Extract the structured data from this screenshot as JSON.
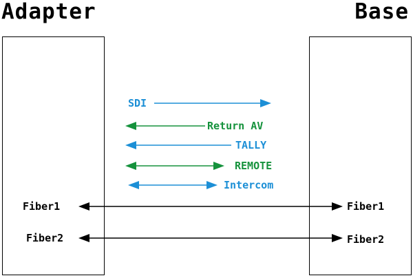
{
  "titles": {
    "adapter": "Adapter",
    "base": "Base"
  },
  "colors": {
    "blue": "#1c8fd6",
    "green": "#15923c",
    "black": "#000000"
  },
  "signals": [
    {
      "label": "SDI",
      "color": "blue",
      "direction": "right"
    },
    {
      "label": "Return AV",
      "color": "green",
      "direction": "left"
    },
    {
      "label": "TALLY",
      "color": "blue",
      "direction": "left"
    },
    {
      "label": "REMOTE",
      "color": "green",
      "direction": "both"
    },
    {
      "label": "Intercom",
      "color": "blue",
      "direction": "both"
    }
  ],
  "fibers": [
    {
      "left_label": "Fiber1",
      "right_label": "Fiber1"
    },
    {
      "left_label": "Fiber2",
      "right_label": "Fiber2"
    }
  ]
}
